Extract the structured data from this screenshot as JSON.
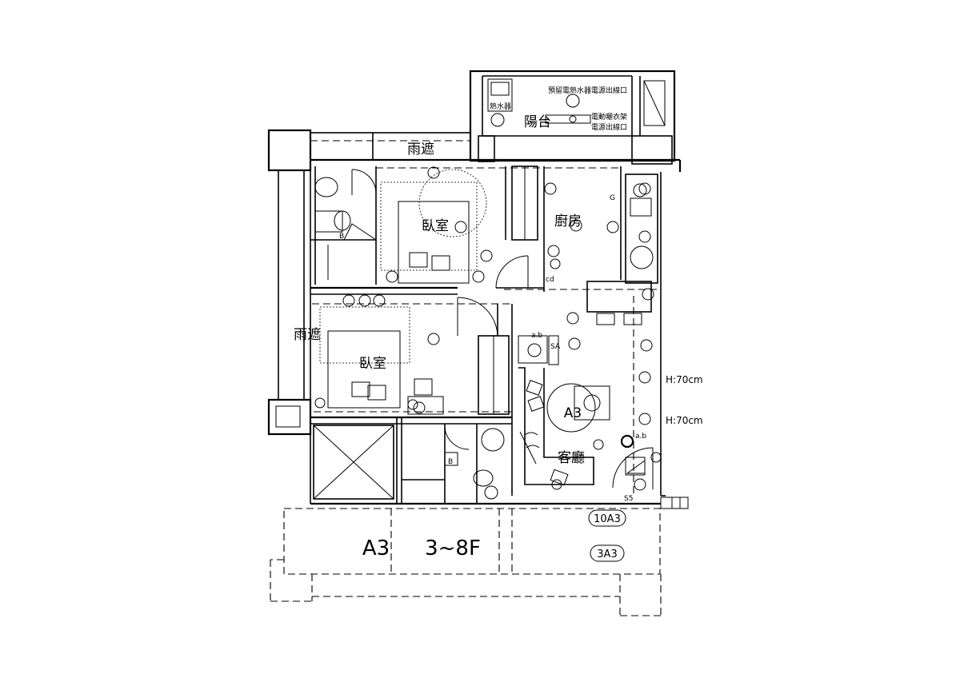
{
  "rooms": {
    "balcony": "陽台",
    "canopy_top": "雨遮",
    "canopy_left": "雨遮",
    "bedroom_1": "臥室",
    "bedroom_2": "臥室",
    "kitchen": "廚房",
    "living": "客廳"
  },
  "annotations": {
    "balcony_outlet_note": "預留電熱水器電源出線口",
    "balcony_dryer_note_1": "電動曬衣架",
    "balcony_dryer_note_2": "電源出線口",
    "balcony_water_heater": "熱水器",
    "height_1": "H:70cm",
    "height_2": "H:70cm",
    "unit_center": "A3",
    "ab_label_1": "a.b",
    "ab_label_2": "a.b",
    "sa_label": "SA",
    "g_label": "G",
    "b_label_1": "B",
    "b_label_2": "B",
    "cd_label": "cd",
    "s_label": "S5"
  },
  "unit_info": {
    "type": "A3",
    "floors": "3~8F",
    "code_1": "10A3",
    "code_2": "3A3"
  }
}
